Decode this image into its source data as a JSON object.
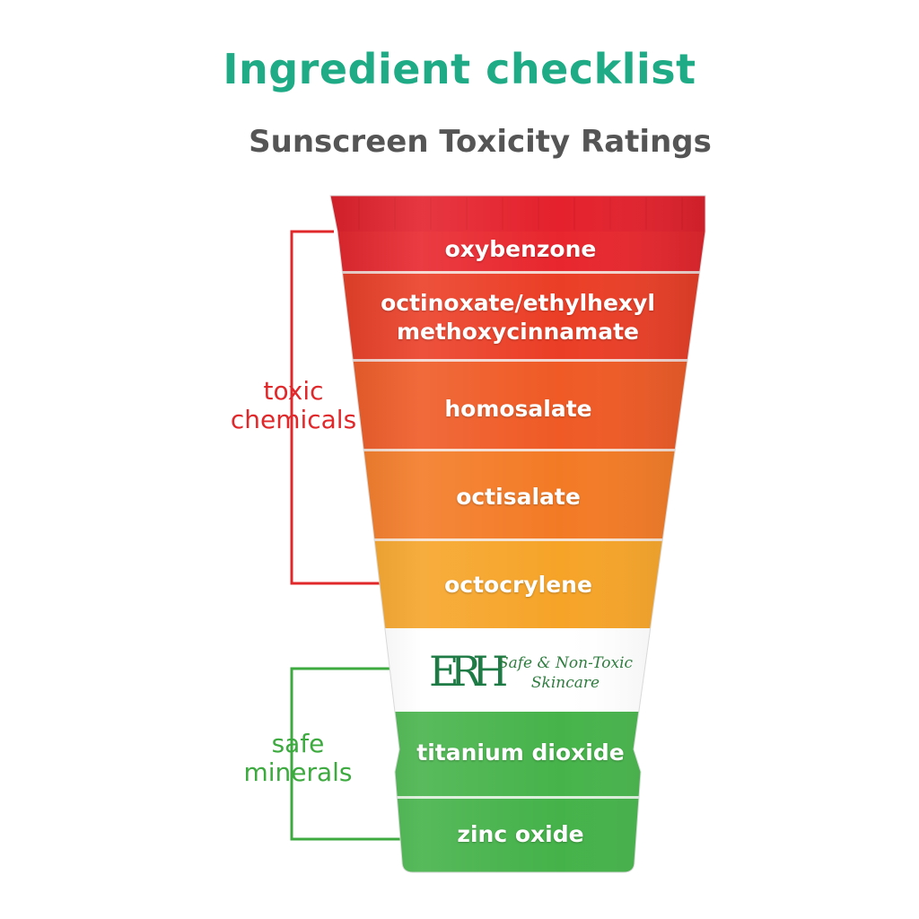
{
  "title": "Ingredient checklist",
  "subtitle": "Sunscreen Toxicity Ratings",
  "groups": {
    "toxic": {
      "line1": "toxic",
      "line2": "chemicals",
      "color": "#e0282b"
    },
    "safe": {
      "line1": "safe",
      "line2": "minerals",
      "color": "#3daa3f"
    }
  },
  "bands": {
    "oxybenzone": "oxybenzone",
    "octinoxate_line1": "octinoxate/ethylhexyl",
    "octinoxate_line2": "methoxycinnamate",
    "homosalate": "homosalate",
    "octisalate": "octisalate",
    "octocrylene": "octocrylene",
    "titanium_dioxide": "titanium dioxide",
    "zinc_oxide": "zinc oxide"
  },
  "logo": {
    "mark": "ERH",
    "tagline_line1": "Safe & Non-Toxic",
    "tagline_line2": "Skincare"
  },
  "colors": {
    "cap": "#e4212c",
    "oxybenzone": "#e8262d",
    "octinoxate": "#eb3e26",
    "homosalate": "#ef5a25",
    "octisalate": "#f37a25",
    "octocrylene": "#f6a428",
    "logo_band": "#ffffff",
    "titanium": "#46b34a",
    "zinc": "#44b249"
  }
}
